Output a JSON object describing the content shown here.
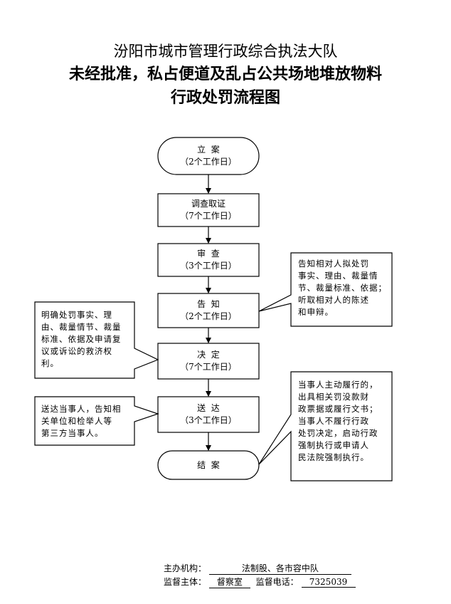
{
  "title": {
    "line1": "汾阳市城市管理行政综合执法大队",
    "line2": "未经批准，私占便道及乱占公共场地堆放物料",
    "line3": "行政处罚流程图"
  },
  "steps": [
    {
      "label": "立  案",
      "duration": "（2个工作日）"
    },
    {
      "label": "调查取证",
      "duration": "（7个工作日）"
    },
    {
      "label": "审  查",
      "duration": "（3个工作日）"
    },
    {
      "label": "告  知",
      "duration": "（2个工作日）"
    },
    {
      "label": "决  定",
      "duration": "（7个工作日）"
    },
    {
      "label": "送  达",
      "duration": "（3个工作日）"
    },
    {
      "label": "结  案",
      "duration": ""
    }
  ],
  "notes": {
    "notify": [
      "告知相对人拟处罚",
      "事实、理由、裁量情",
      "节、裁量标准、依据；",
      "听取相对人的陈述",
      "和申辩。"
    ],
    "decision": [
      "明确处罚事实、理",
      "由、裁量情节、裁量",
      "标准、依据及申请复",
      "议或诉讼的救济权",
      "利。"
    ],
    "delivery": [
      "送达当事人，告知相",
      "关单位和检举人等",
      "第三方当事人。"
    ],
    "closing": [
      "当事人主动履行的，",
      "出具相关罚没款财",
      "政票据或履行文书；",
      "当事人不履行行政",
      "处罚决定，启动行政",
      "强制执行或申请人",
      "民法院强制执行。"
    ]
  },
  "footer": {
    "org_label": "主办机构：",
    "org_value": "法制股、各市容中队",
    "supervisor_label": "监督主体：",
    "supervisor_value": "督察室",
    "phone_label": "监督电话：",
    "phone_value": "7325039"
  }
}
